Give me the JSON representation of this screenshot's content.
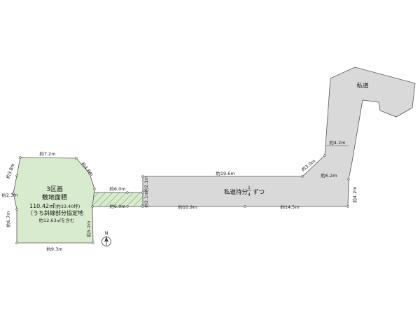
{
  "lot": {
    "section": "3区画",
    "area_title": "敷地面積",
    "area_value": "110.42㎡",
    "area_tsubo": "(約33.40坪)",
    "note_line1": "（うち斜線部分協定地",
    "note_line2": "約12.63㎡を含む",
    "dims": {
      "top": "約7.2m",
      "upper_right": "約4.8m",
      "upper_left": "約3.8m",
      "left_mid": "約2.3m",
      "left_lower": "約6.7m",
      "right_lower": "約5.2m",
      "bottom": "約9.3m"
    }
  },
  "agreement_strip": {
    "top": "約6.0m",
    "bottom": "約6.0m"
  },
  "private_road": {
    "share_label": "私道持分",
    "share_num": "1",
    "share_den": "4",
    "share_suffix": "ずつ",
    "top_name": "私道",
    "dims": {
      "left_top": "約2.1m",
      "left_bottom": "約2.1m",
      "top": "約19.6m",
      "bottom_left": "約10.9m",
      "bottom_right": "約14.5m",
      "right": "約4.2m",
      "step": "約6.2m",
      "diag": "約3.0m",
      "neck_width": "約4.2m"
    }
  },
  "north": "N",
  "colors": {
    "lot_fill": "#d9ebce",
    "road_fill": "#d9d9d9",
    "outline": "#555555"
  }
}
